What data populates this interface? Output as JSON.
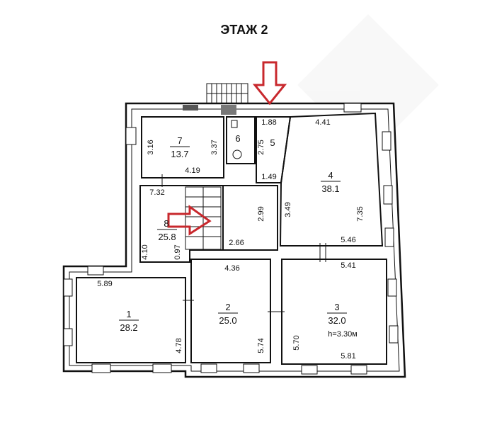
{
  "title": "ЭТАЖ 2",
  "rooms": [
    {
      "id": "r1",
      "number": "1",
      "area": "28.2"
    },
    {
      "id": "r2",
      "number": "2",
      "area": "25.0"
    },
    {
      "id": "r3",
      "number": "3",
      "area": "32.0",
      "height": "h=3.30м"
    },
    {
      "id": "r4",
      "number": "4",
      "area": "38.1"
    },
    {
      "id": "r5",
      "number": "5"
    },
    {
      "id": "r6",
      "number": "6"
    },
    {
      "id": "r7",
      "number": "7",
      "area": "13.7"
    },
    {
      "id": "r8",
      "number": "8",
      "area": "25.8"
    }
  ],
  "dimensions": {
    "r7_left": "3.16",
    "r7_right": "3.37",
    "r7_bottom": "4.19",
    "r5_top": "1.88",
    "r5_side": "2.75",
    "r5_bottom": "1.49",
    "r4_top": "4.41",
    "r4_left": "3.49",
    "r4_right": "7.35",
    "r4_bottom": "5.46",
    "r8_top": "7.32",
    "r8_left": "4.10",
    "r8_small": "0.97",
    "r8_bottom": "2.66",
    "r8_mid": "2.99",
    "r1_top": "5.89",
    "r1_right": "4.78",
    "r2_top": "4.36",
    "r2_right": "5.74",
    "r3_top": "5.41",
    "r3_left": "5.70",
    "r3_bottom": "5.81"
  },
  "colors": {
    "arrow": "#c8282d",
    "wall": "#111111"
  }
}
